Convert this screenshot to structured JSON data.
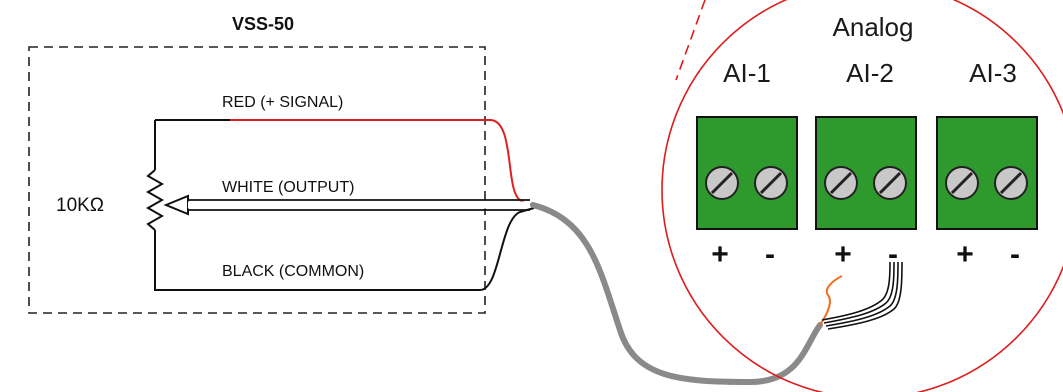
{
  "device": {
    "title": "VSS-50",
    "resistor": "10KΩ",
    "wires": {
      "red": "RED (+ SIGNAL)",
      "white": "WHITE (OUTPUT)",
      "black": "BLACK (COMMON)"
    }
  },
  "panel": {
    "heading": "Analog",
    "channels": [
      {
        "label": "AI-1",
        "plus": "+",
        "minus": "-"
      },
      {
        "label": "AI-2",
        "plus": "+",
        "minus": "-"
      },
      {
        "label": "AI-3",
        "plus": "+",
        "minus": "-"
      }
    ]
  },
  "colors": {
    "red_wire": "#e02020",
    "orange_wire": "#f07020",
    "cable": "#8a8a8a",
    "terminal_green": "#2e9a2e",
    "screw": "#c8c8c8",
    "detail_circle": "#dd1c1c"
  }
}
